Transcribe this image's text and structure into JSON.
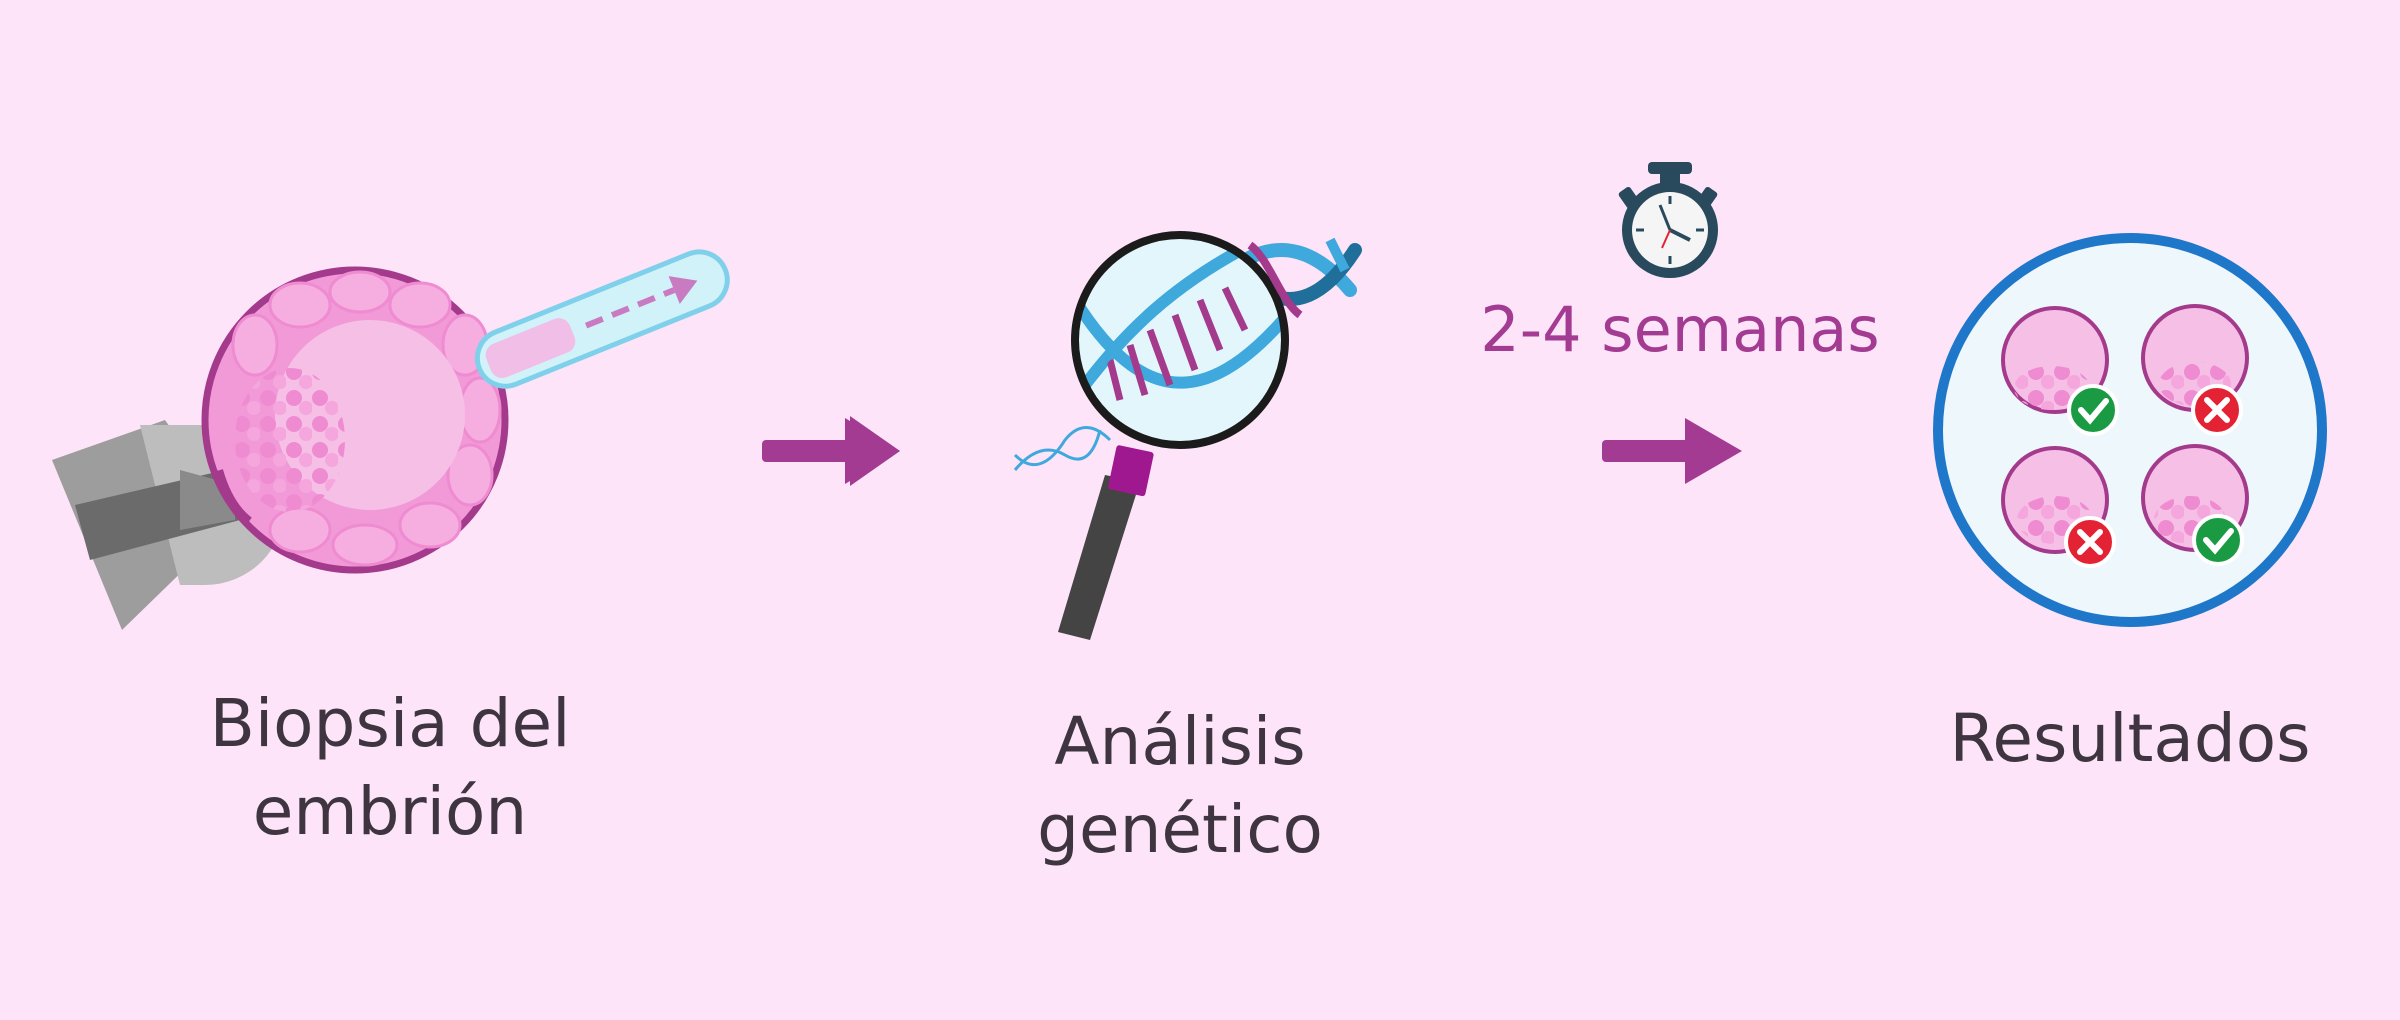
{
  "steps": [
    {
      "line1": "Biopsia del",
      "line2": "embrión"
    },
    {
      "line1": "Análisis",
      "line2": "genético"
    },
    {
      "line1": "Resultados"
    }
  ],
  "duration_label": "2-4 semanas",
  "icons": [
    "pipette-icon",
    "embryo-icon",
    "micropipette-icon",
    "arrow-right-icon",
    "magnifier-icon",
    "dna-helix-icon",
    "stopwatch-icon",
    "petri-dish-icon",
    "check-icon",
    "cross-icon"
  ],
  "colors": {
    "background": "#fde4f8",
    "arrow": "#a23b91",
    "embryo_outline": "#a43a8c",
    "embryo_fill": "#f299d8",
    "dish_ring": "#1e77c9",
    "dna_blue": "#3fa8dc",
    "dna_purple": "#a43a8c",
    "check_green": "#1a9b43",
    "cross_red": "#e32233",
    "text": "#3e3540"
  }
}
